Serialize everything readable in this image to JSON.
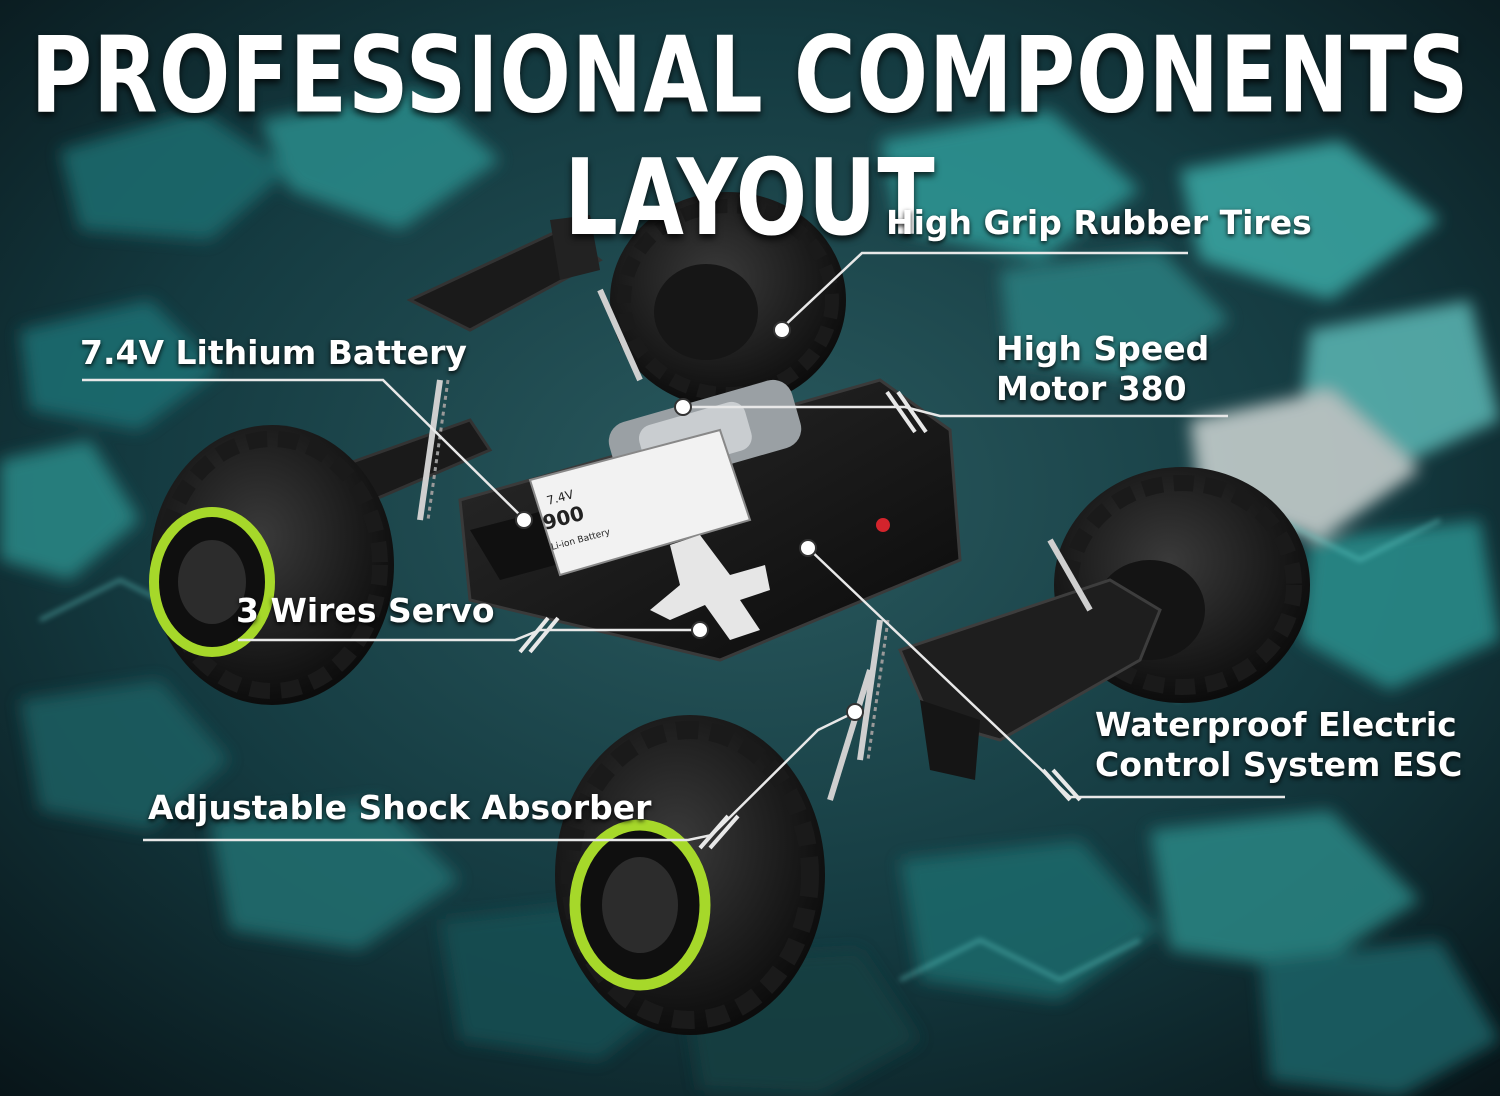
{
  "headline": "PROFESSIONAL COMPONENTS LAYOUT",
  "callouts": {
    "tires": "High Grip Rubber Tires",
    "battery": "7.4V Lithium Battery",
    "motor_line1": "High Speed",
    "motor_line2": "Motor 380",
    "servo": "3 Wires Servo",
    "esc_line1": "Waterproof Electric",
    "esc_line2": "Control System ESC",
    "shock": "Adjustable Shock Absorber"
  },
  "battery_label": {
    "voltage": "7.4V",
    "capacity": "900",
    "type": "Li-ion Battery"
  },
  "colors": {
    "background": "#0d1f24",
    "accent_teal": "#1fb5b0",
    "rim_green": "#a6d82a",
    "text": "#ffffff"
  }
}
